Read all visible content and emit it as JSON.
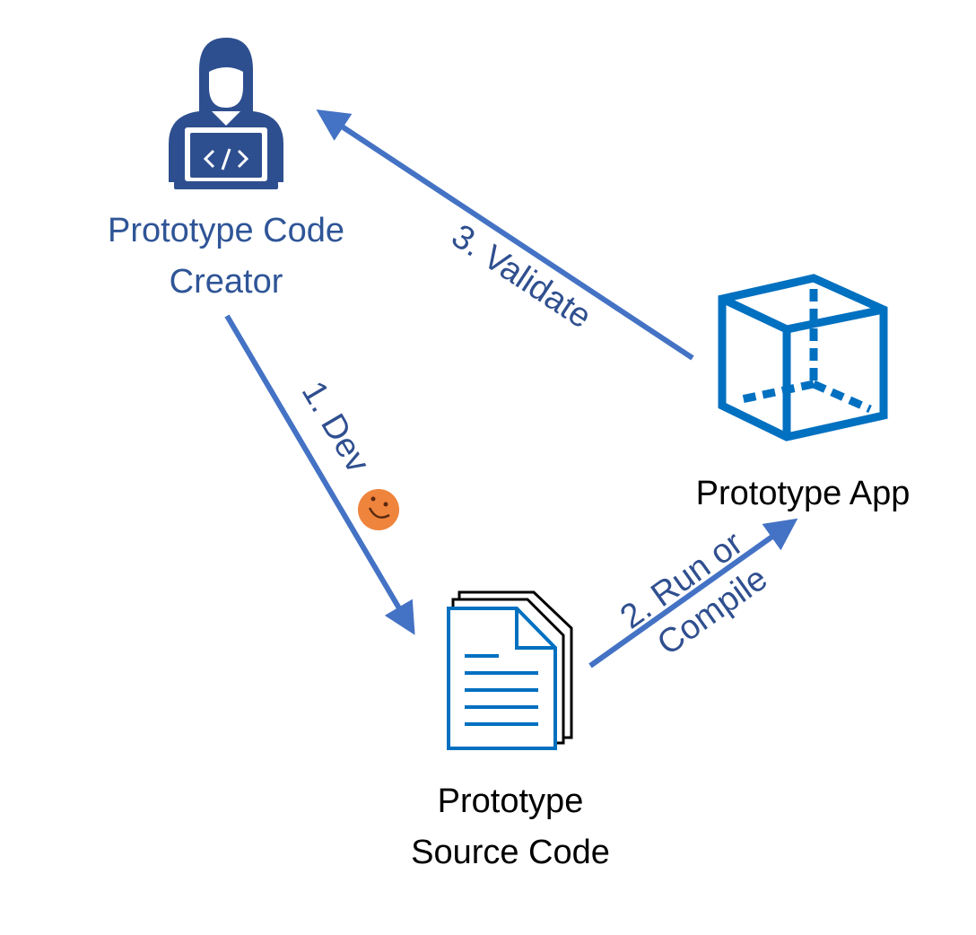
{
  "nodes": {
    "creator": {
      "line1": "Prototype Code",
      "line2": "Creator",
      "icon": "developer-icon"
    },
    "source": {
      "line1": "Prototype",
      "line2": "Source Code",
      "icon": "documents-icon"
    },
    "app": {
      "line1": "Prototype App",
      "icon": "cube-icon"
    }
  },
  "edges": {
    "dev": {
      "label": "1. Dev",
      "icon": "smiley-emoji-icon"
    },
    "run": {
      "line1": "2. Run or",
      "line2": "Compile"
    },
    "validate": {
      "label": "3. Validate"
    }
  },
  "colors": {
    "arrow": "#4472C4",
    "edge_text": "#2F4F8F",
    "creator_text": "#2F5597",
    "icon_dark": "#2E4F8F",
    "icon_blue": "#0070C0",
    "black": "#000000"
  }
}
